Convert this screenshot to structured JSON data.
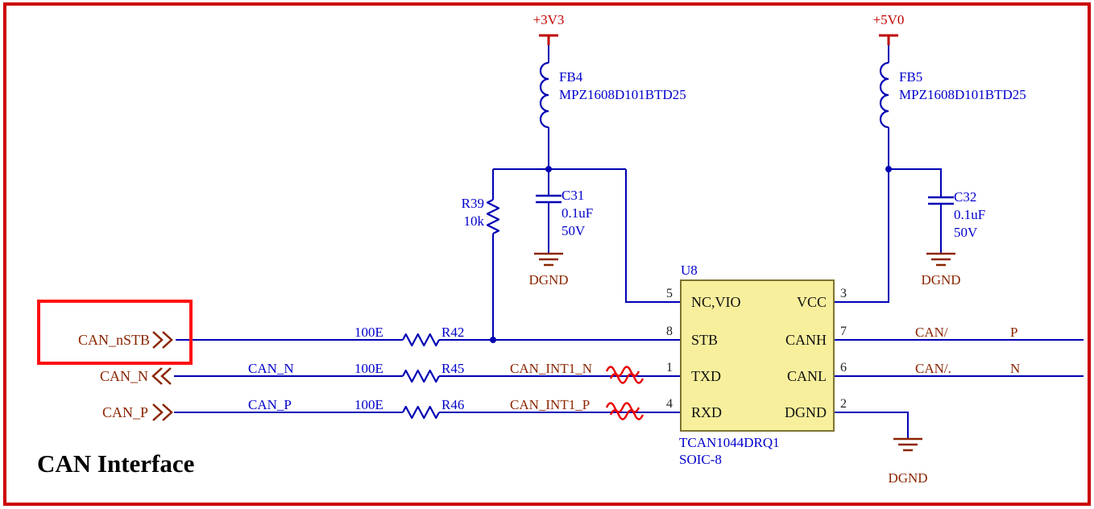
{
  "sheet": {
    "title": "CAN Interface"
  },
  "power_rails": {
    "rail_3v3": {
      "net": "+3V3",
      "ferrite": {
        "ref": "FB4",
        "part": "MPZ1608D101BTD25"
      }
    },
    "rail_5v0": {
      "net": "+5V0",
      "ferrite": {
        "ref": "FB5",
        "part": "MPZ1608D101BTD25"
      }
    }
  },
  "components": {
    "r39": {
      "ref": "R39",
      "value": "10k"
    },
    "r42": {
      "ref": "R42",
      "value": "100E"
    },
    "r45": {
      "ref": "R45",
      "value": "100E"
    },
    "r46": {
      "ref": "R46",
      "value": "100E"
    },
    "c31": {
      "ref": "C31",
      "value": "0.1uF",
      "rating": "50V"
    },
    "c32": {
      "ref": "C32",
      "value": "0.1uF",
      "rating": "50V"
    },
    "u8": {
      "ref": "U8",
      "part": "TCAN1044DRQ1",
      "package": "SOIC-8",
      "pins_left": [
        {
          "number": "5",
          "name": "NC,VIO"
        },
        {
          "number": "8",
          "name": "STB"
        },
        {
          "number": "1",
          "name": "TXD"
        },
        {
          "number": "4",
          "name": "RXD"
        }
      ],
      "pins_right": [
        {
          "number": "3",
          "name": "VCC"
        },
        {
          "number": "7",
          "name": "CANH"
        },
        {
          "number": "6",
          "name": "CANL"
        },
        {
          "number": "2",
          "name": "DGND"
        }
      ]
    }
  },
  "ports": {
    "can_nstb": {
      "name": "CAN_nSTB"
    },
    "can_n": {
      "name": "CAN_N"
    },
    "can_p": {
      "name": "CAN_P"
    }
  },
  "net_labels": {
    "can_n": "CAN_N",
    "can_p": "CAN_P",
    "can_int1_n": "CAN_INT1_N",
    "can_int1_p": "CAN_INT1_P",
    "canh_fragment_left": "CAN/",
    "canh_fragment_right": "P",
    "canl_fragment_left": "CAN/.",
    "canl_fragment_right": "N"
  },
  "ground": {
    "label": "DGND"
  },
  "colors": {
    "wire_blue": "#0000B4",
    "text_blue": "#0000CC",
    "port_maroon": "#8B2500",
    "power_red": "#BF0000",
    "ic_fill": "#F7EF9C",
    "selection_red": "#FF1111"
  }
}
